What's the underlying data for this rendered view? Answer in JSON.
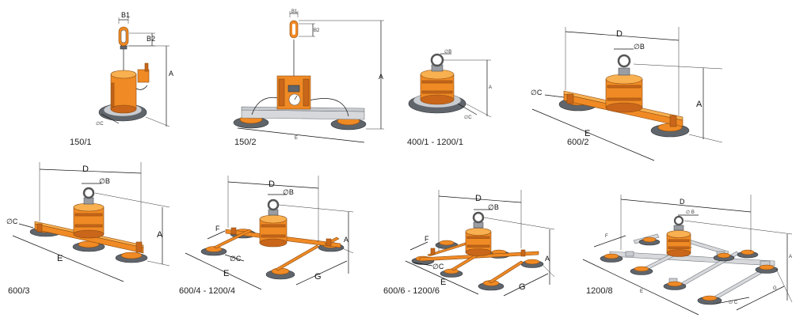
{
  "colors": {
    "body": "#f08a24",
    "body_dark": "#c9661a",
    "pad": "#60656b",
    "beam_steel": "#d6d8db",
    "dimension_line": "#111111"
  },
  "models": [
    {
      "id": "m1",
      "caption": "150/1",
      "dims": {
        "b1": "B1",
        "b2": "B2",
        "a": "A",
        "c": "∅C"
      }
    },
    {
      "id": "m2",
      "caption": "150/2",
      "dims": {
        "b1": "B1",
        "b2": "B2",
        "a": "A",
        "e": "E"
      }
    },
    {
      "id": "m3",
      "caption": "400/1 - 1200/1",
      "dims": {
        "b": "∅B",
        "a": "A",
        "c": "∅C"
      }
    },
    {
      "id": "m4",
      "caption": "600/2",
      "dims": {
        "d": "D",
        "b": "∅B",
        "c": "∅C",
        "a": "A",
        "e": "E"
      }
    },
    {
      "id": "m5",
      "caption": "600/3",
      "dims": {
        "d": "D",
        "b": "∅B",
        "c": "∅C",
        "a": "A",
        "e": "E"
      }
    },
    {
      "id": "m6",
      "caption": "600/4 - 1200/4",
      "dims": {
        "d": "D",
        "b": "∅B",
        "f": "F",
        "c": "∅C",
        "a": "A",
        "e": "E",
        "g": "G"
      }
    },
    {
      "id": "m7",
      "caption": "600/6 - 1200/6",
      "dims": {
        "d": "D",
        "b": "∅B",
        "f": "F",
        "c": "∅C",
        "a": "A",
        "e": "E",
        "g": "G"
      }
    },
    {
      "id": "m8",
      "caption": "1200/8",
      "dims": {
        "d": "D",
        "b": "∅ B",
        "f": "F",
        "a": "A",
        "e": "E",
        "g": "G",
        "c": "∅ C"
      }
    }
  ]
}
